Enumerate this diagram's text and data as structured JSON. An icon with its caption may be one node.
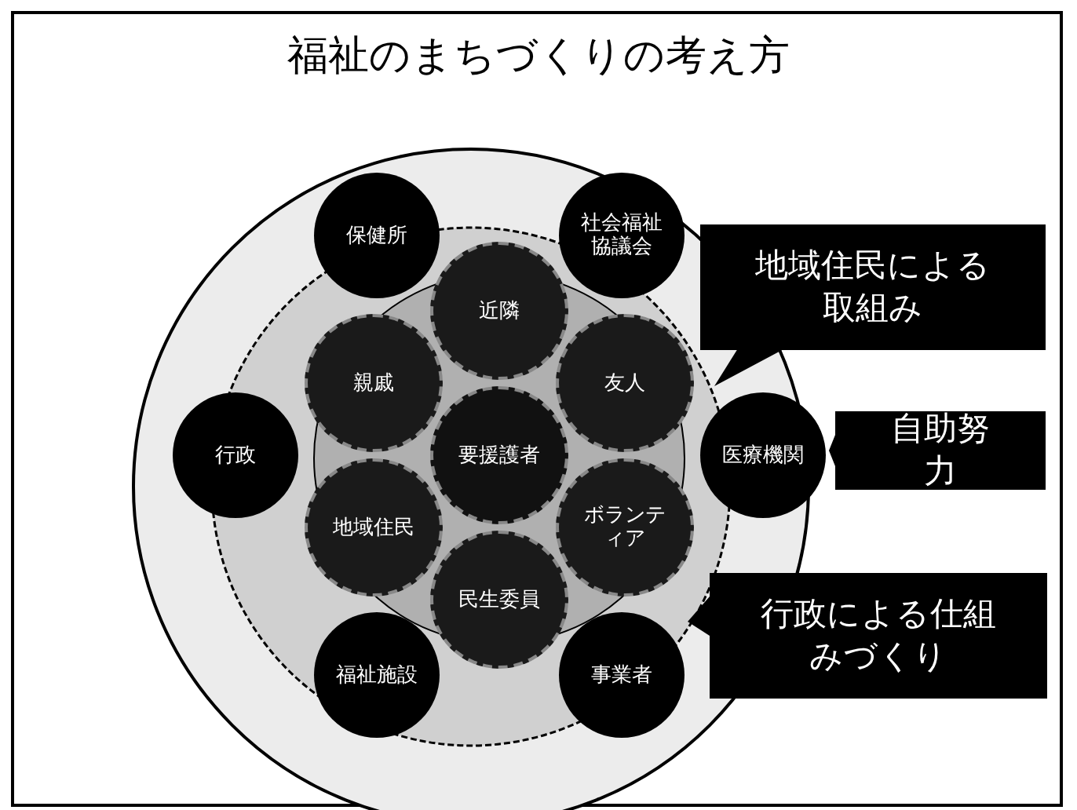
{
  "diagram": {
    "title": "福祉のまちづくりの考え方",
    "nodes": [
      {
        "text": [
          "保健所"
        ]
      },
      {
        "text": [
          "近隣"
        ]
      },
      {
        "text": [
          "社会福祉協議会"
        ]
      },
      {
        "text": [
          "親戚"
        ]
      },
      {
        "text": [
          "友人"
        ]
      },
      {
        "text": [
          "行政"
        ]
      },
      {
        "text": [
          "要援護者"
        ]
      },
      {
        "text": [
          "医療機関"
        ]
      },
      {
        "text": [
          "地域住民"
        ]
      },
      {
        "text": [
          "ボランティア"
        ]
      },
      {
        "text": [
          "民生委員"
        ]
      },
      {
        "text": [
          "福祉施設"
        ]
      },
      {
        "text": [
          "事業者"
        ]
      },
      {
        "text": [
          "地域住民による取組み"
        ]
      },
      {
        "text": [
          "自助努力"
        ]
      },
      {
        "text": [
          "行政による仕組みづくり"
        ]
      }
    ]
  }
}
